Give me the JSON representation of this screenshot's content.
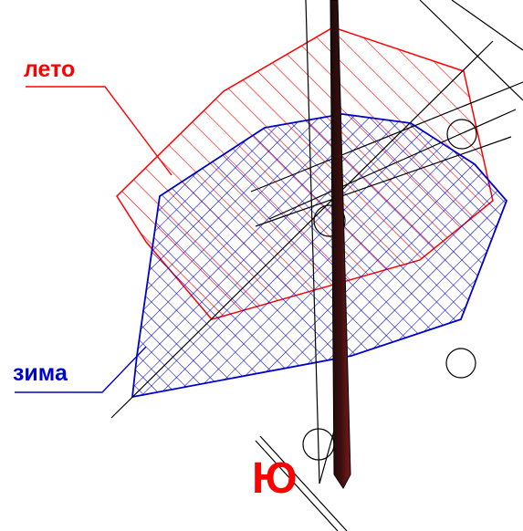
{
  "labels": {
    "summer": "лето",
    "winter": "зима",
    "south": "Ю"
  },
  "colors": {
    "summer": "#ff0000",
    "winter": "#0000cc",
    "south": "#ff0000",
    "lines": "#000000",
    "needle_dark": "#1a0a0a",
    "needle_light": "#7a1a1a",
    "background": "#ffffff"
  }
}
